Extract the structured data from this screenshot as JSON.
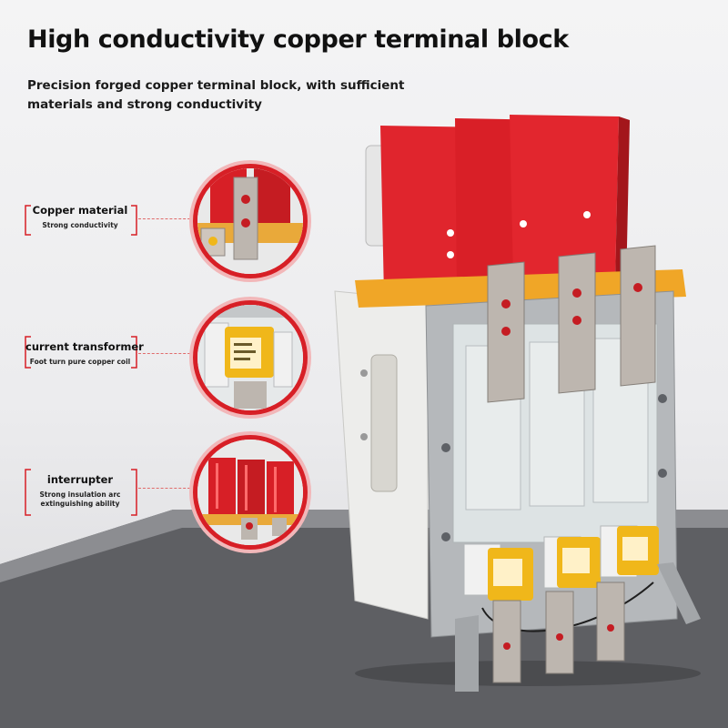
{
  "header": {
    "title": "High conductivity copper terminal block",
    "subtitle": "Precision forged copper terminal block, with sufficient materials and strong conductivity"
  },
  "callouts": [
    {
      "title": "Copper material",
      "description": "Strong conductivity",
      "icon": "copper-terminal-closeup"
    },
    {
      "title": "current transformer",
      "description": "Foot turn pure copper coil",
      "icon": "transformer-coil-closeup"
    },
    {
      "title": "interrupter",
      "description": "Strong insulation arc extinguishing ability",
      "icon": "arc-chute-closeup"
    }
  ],
  "colors": {
    "accent_red": "#d71f26",
    "copper_plate": "#b9b3ad",
    "insulator_gray": "#dfe5e6",
    "coil_yellow": "#f0b71a"
  }
}
